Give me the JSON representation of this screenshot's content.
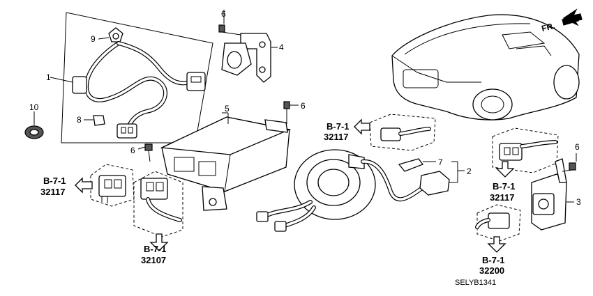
{
  "callouts": {
    "c1": "1",
    "c2": "2",
    "c3": "3",
    "c4": "4",
    "c5": "5",
    "c6a": "6",
    "c6b": "6",
    "c6c": "6",
    "c6d": "6",
    "c7": "7",
    "c8": "8",
    "c9": "9",
    "c10": "10"
  },
  "refs": [
    {
      "section": "B-7-1",
      "number": "32117"
    },
    {
      "section": "B-7-1",
      "number": "32117"
    },
    {
      "section": "B-7-1",
      "number": "32107"
    },
    {
      "section": "B-7-1",
      "number": "32117"
    },
    {
      "section": "B-7-1",
      "number": "32200"
    }
  ],
  "direction_label": "FR.",
  "diagram_code": "SELYB1341"
}
